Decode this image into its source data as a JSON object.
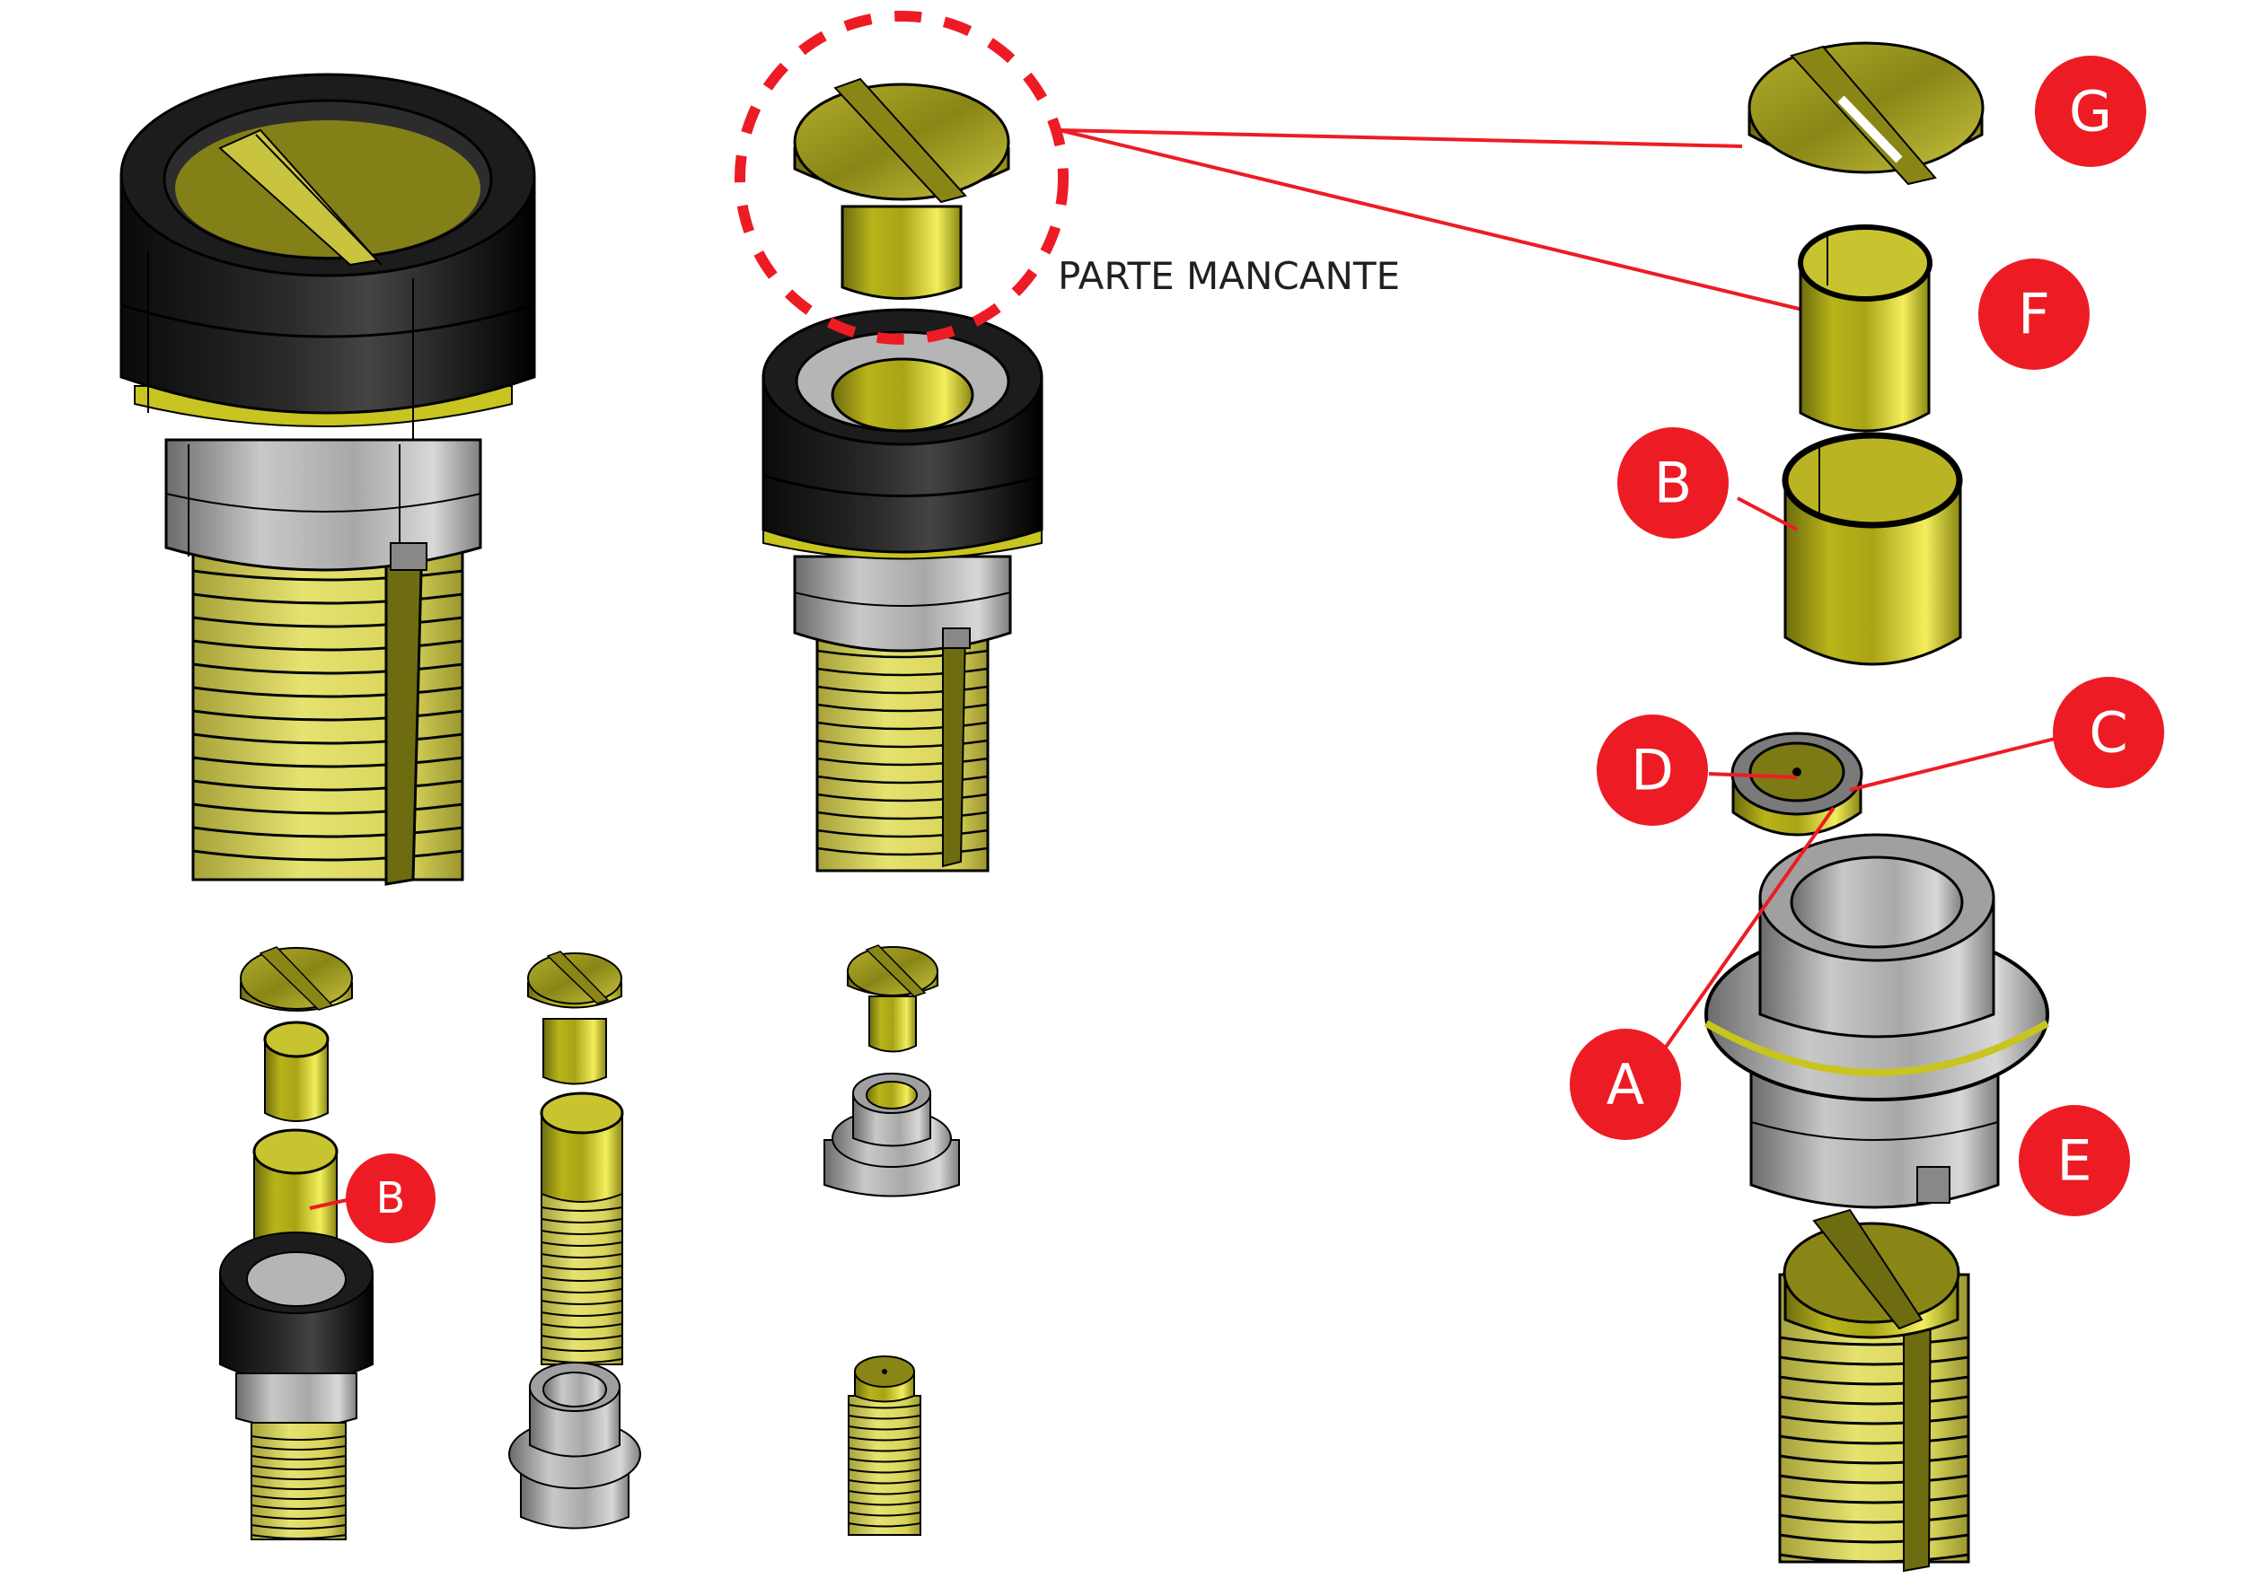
{
  "diagram": {
    "annotation": "PARTE MANCANTE",
    "colors": {
      "callout": "#ed1c24",
      "callout_text": "#ffffff",
      "brass": "#c9c41e",
      "brass_dark": "#7c7a14",
      "brass_light": "#f0ec5a",
      "rubber": "#1a1a1a",
      "steel": "#b5b5b5",
      "steel_dark": "#7a7a7a",
      "outline": "#000000",
      "text": "#231f20"
    },
    "callouts": [
      {
        "id": "G",
        "label": "G",
        "part": "slotted-screw-head"
      },
      {
        "id": "F",
        "label": "F",
        "part": "inner-sleeve"
      },
      {
        "id": "B",
        "label": "B",
        "part": "outer-sleeve"
      },
      {
        "id": "D",
        "label": "D",
        "part": "pinhole"
      },
      {
        "id": "C",
        "label": "C",
        "part": "seat-ring"
      },
      {
        "id": "A",
        "label": "A",
        "part": "seat-insert"
      },
      {
        "id": "E",
        "label": "E",
        "part": "flanged-bushing"
      },
      {
        "id": "B2",
        "label": "B",
        "part": "outer-sleeve"
      }
    ]
  }
}
